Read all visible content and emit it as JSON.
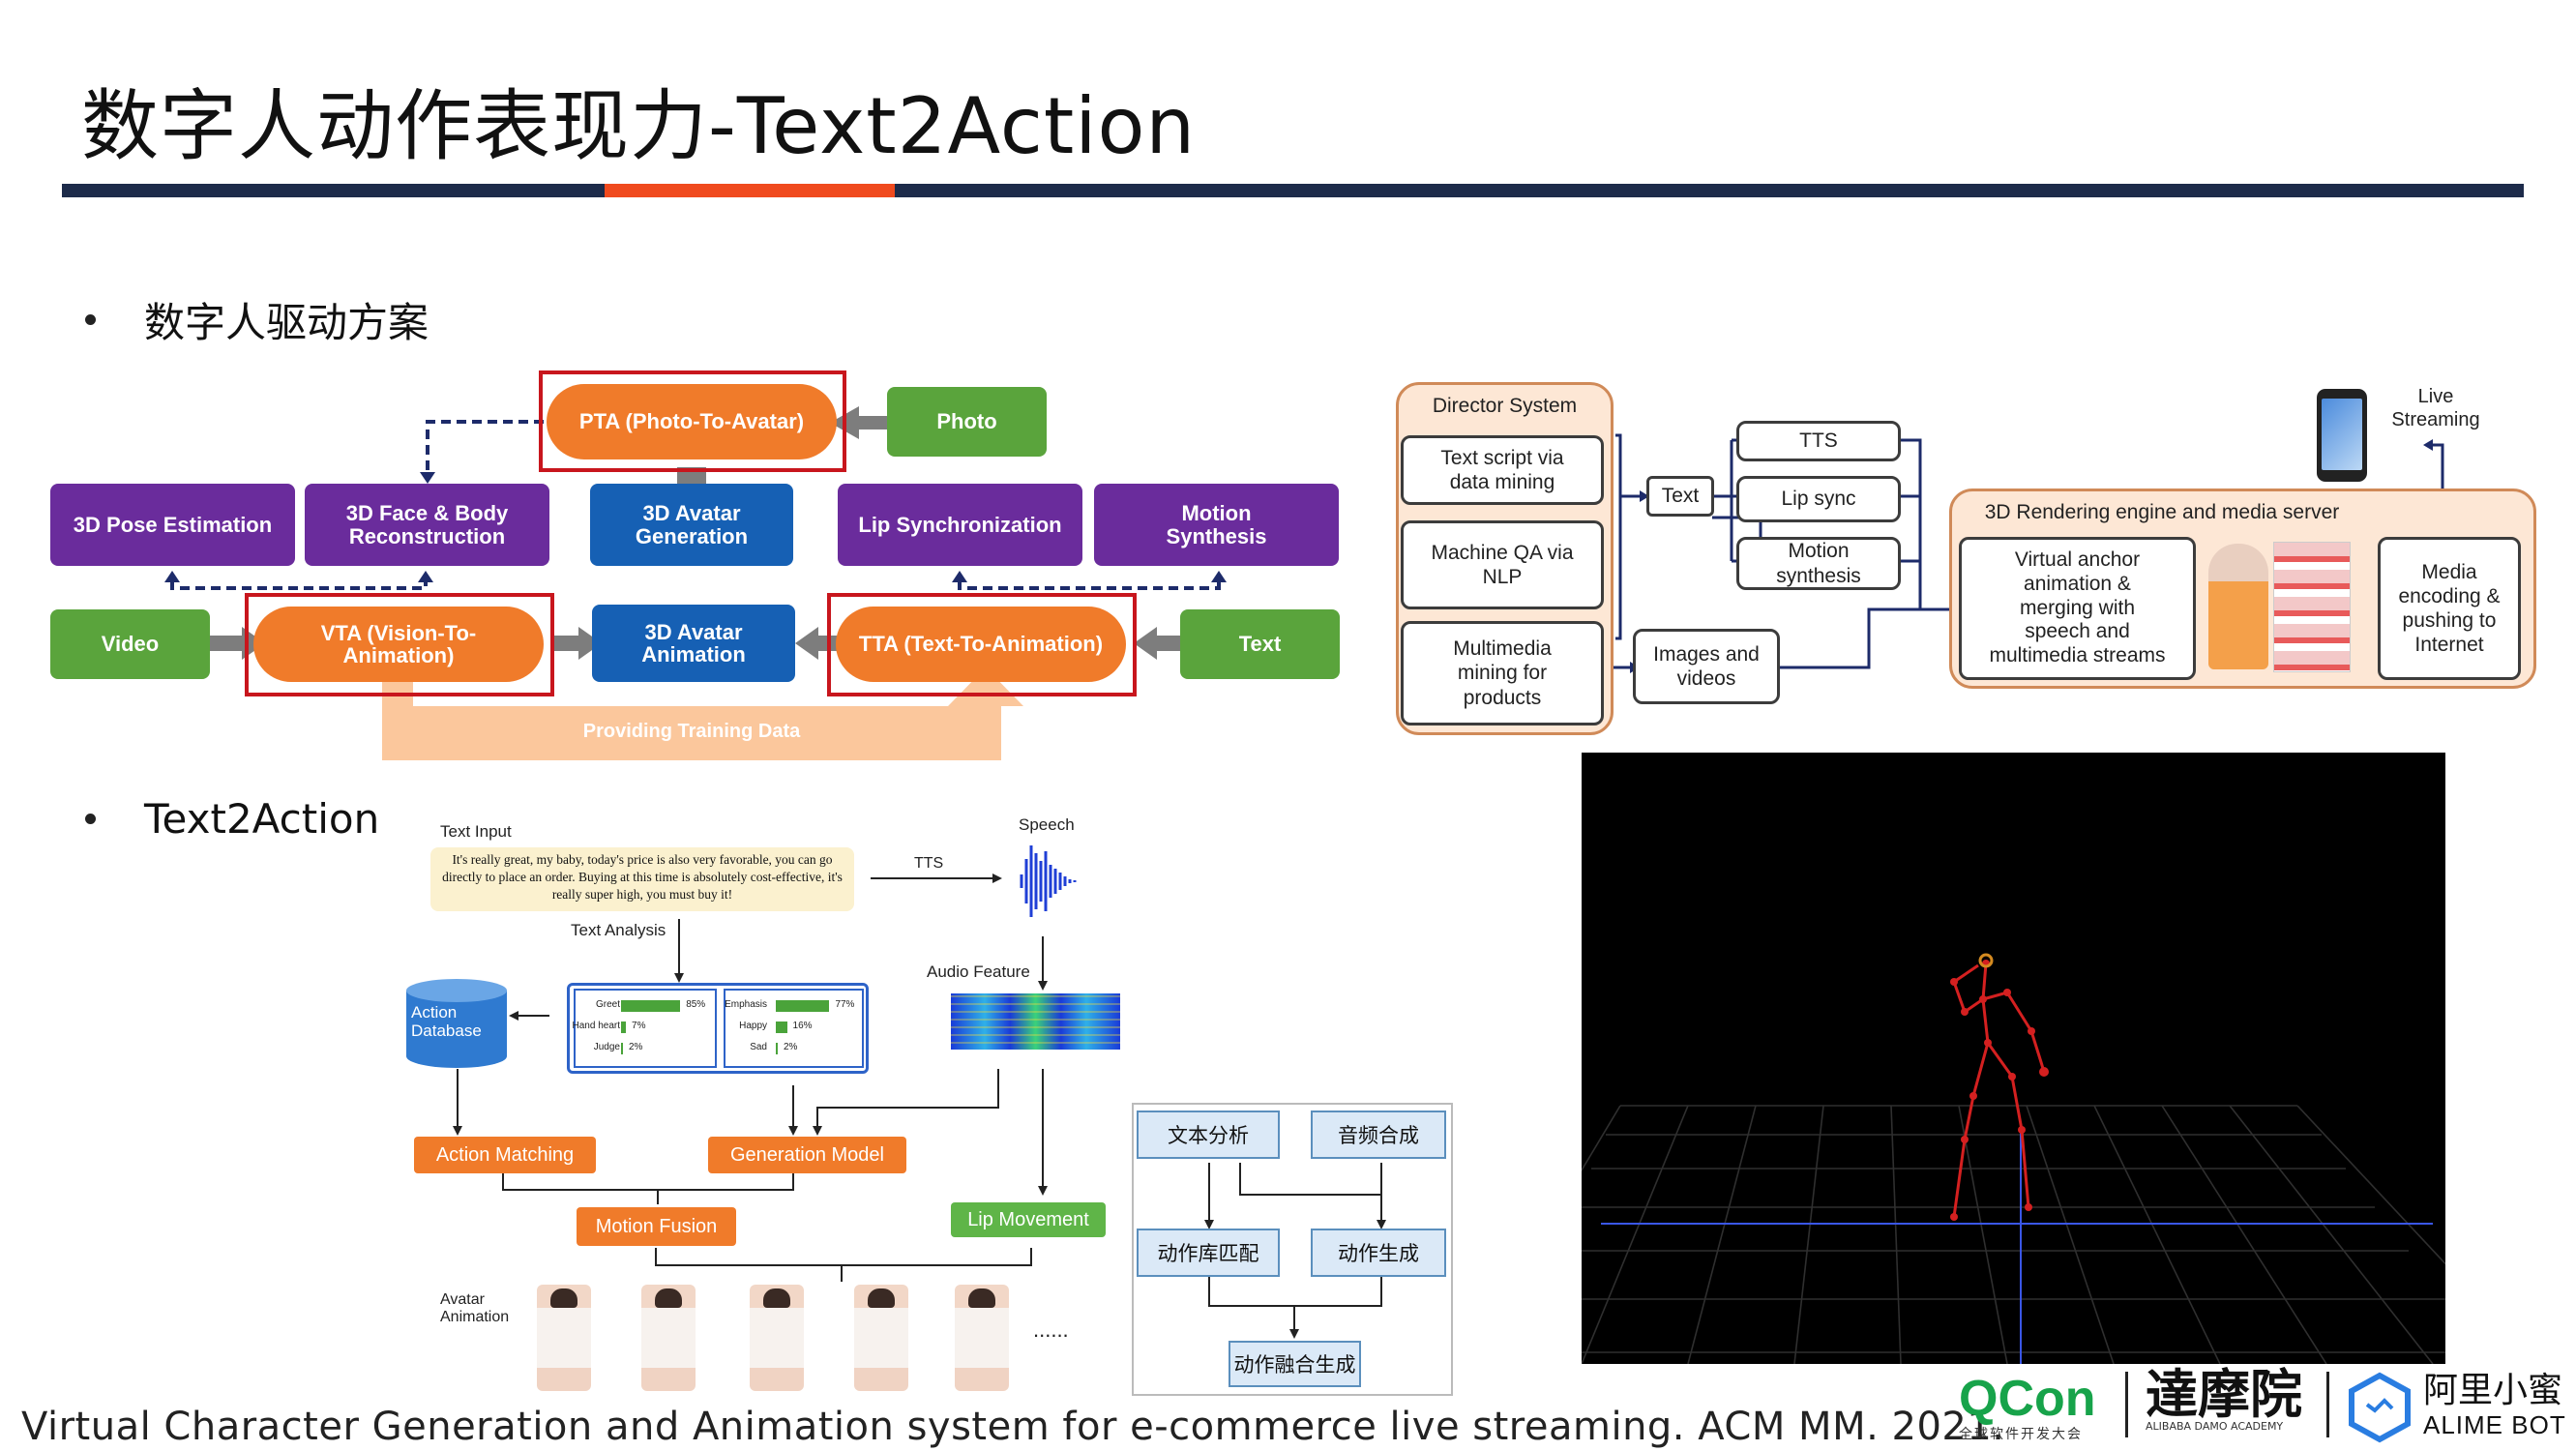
{
  "title": "数字人动作表现力-Text2Action",
  "bullets": {
    "b1": "数字人驱动方案",
    "b2": "Text2Action"
  },
  "left_diagram": {
    "pta": "PTA (Photo-To-Avatar)",
    "photo": "Photo",
    "row1": [
      "3D Pose Estimation",
      "3D Face & Body\nReconstruction",
      "3D Avatar\nGeneration",
      "Lip Synchronization",
      "Motion\nSynthesis"
    ],
    "video": "Video",
    "vta": "VTA (Vision-To-\nAnimation)",
    "anim": "3D Avatar\nAnimation",
    "tta": "TTA (Text-To-Animation)",
    "text": "Text",
    "training": "Providing Training Data"
  },
  "right_diagram": {
    "director": "Director System",
    "script": "Text script via\ndata mining",
    "qa": "Machine QA via\nNLP",
    "multimedia": "Multimedia\nmining for\nproducts",
    "text": "Text",
    "tts": "TTS",
    "lipsync": "Lip sync",
    "motion": "Motion\nsynthesis",
    "images": "Images and\nvideos",
    "engine": "3D Rendering engine and media server",
    "virtual": "Virtual anchor\nanimation &\nmerging with\nspeech and\nmultimedia streams",
    "media": "Media\nencoding &\npushing to\nInternet",
    "live": "Live\nStreaming"
  },
  "t2a": {
    "text_input": "Text Input",
    "input_text": "It's really great, my baby, today's price is also very favorable, you can go directly to place an order. Buying at this time is absolutely cost-effective, it's really super high, you must buy it!",
    "tts": "TTS",
    "speech": "Speech",
    "text_analysis": "Text Analysis",
    "audio_feature": "Audio Feature",
    "action_db": "Action\nDatabase",
    "bars_left": [
      {
        "label": "Greet",
        "value": 85,
        "text": "85%"
      },
      {
        "label": "Hand heart",
        "value": 7,
        "text": "7%"
      },
      {
        "label": "Judge",
        "value": 2,
        "text": "2%"
      }
    ],
    "bars_right": [
      {
        "label": "Emphasis",
        "value": 77,
        "text": "77%"
      },
      {
        "label": "Happy",
        "value": 16,
        "text": "16%"
      },
      {
        "label": "Sad",
        "value": 2,
        "text": "2%"
      }
    ],
    "action_matching": "Action Matching",
    "generation_model": "Generation Model",
    "motion_fusion": "Motion Fusion",
    "lip_movement": "Lip Movement",
    "avatar_animation": "Avatar\nAnimation",
    "ellipsis": "......"
  },
  "cn_flow": {
    "text_analysis": "文本分析",
    "audio_synth": "音频合成",
    "action_match": "动作库匹配",
    "action_gen": "动作生成",
    "fusion": "动作融合生成"
  },
  "citation": "Virtual Character Generation and Animation system for e-commerce live streaming. ACM MM. 2021.",
  "logos": {
    "qcon": "QCon",
    "qcon_sub": "全球软件开发大会",
    "damo": "達摩院",
    "damo_sub": "ALIBABA DAMO ACADEMY",
    "alime": "阿里小蜜",
    "alime_sub": "ALIME BOT"
  }
}
